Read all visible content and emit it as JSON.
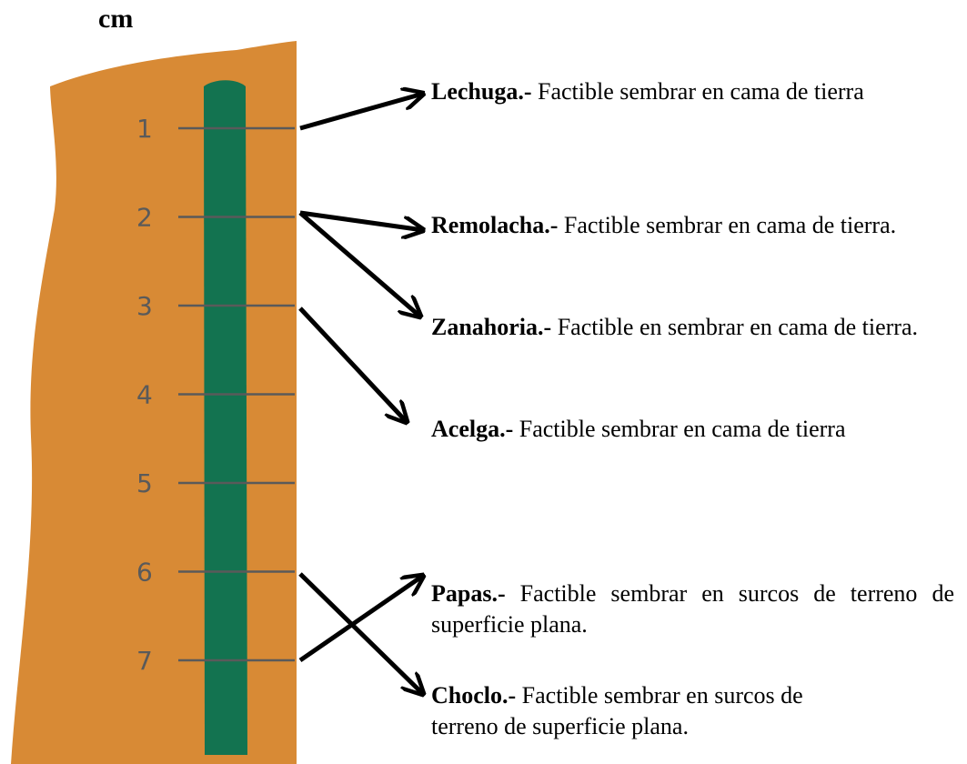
{
  "unit_label": "cm",
  "colors": {
    "soil": "#d88a35",
    "stem": "#137350",
    "tick": "#5a5a5a",
    "arrow": "#000000"
  },
  "scale_ticks": [
    "1",
    "2",
    "3",
    "4",
    "5",
    "6",
    "7"
  ],
  "crops": [
    {
      "name": "Lechuga.-",
      "text": "Factible sembrar en cama de tierra",
      "depth": "1"
    },
    {
      "name": "Remolacha.-",
      "text": "Factible sembrar en cama de tierra.",
      "depth": "2"
    },
    {
      "name": "Zanahoria.-",
      "text": "Factible en sembrar en cama de tierra.",
      "depth": "2"
    },
    {
      "name": "Acelga.-",
      "text": "Factible sembrar en cama de tierra",
      "depth": "3"
    },
    {
      "name": "Papas.-",
      "text": "Factible sembrar en surcos de terreno de superficie plana.",
      "depth": "7"
    },
    {
      "name": "Choclo.-",
      "text": "Factible sembrar en surcos de terreno de superficie plana.",
      "depth": "6"
    }
  ]
}
